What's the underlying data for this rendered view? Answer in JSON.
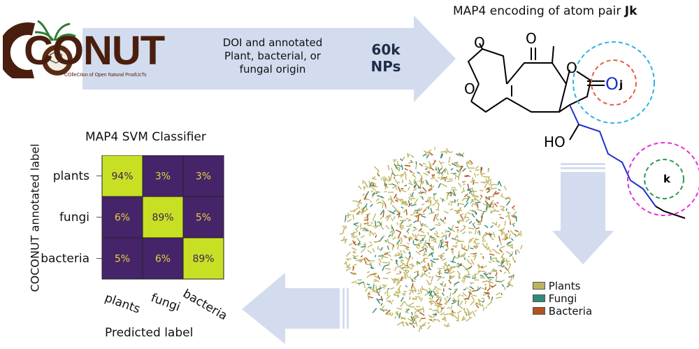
{
  "logo": {
    "word": "CONUT",
    "subtitle": "COlleCtion of Open Natural ProdUcTs"
  },
  "top_arrow": {
    "text": "DOI and annotated Plant, bacterial, or fungal origin",
    "count_line1": "60k",
    "count_line2": "NPs"
  },
  "map4": {
    "title_prefix": "MAP4 encoding of atom pair ",
    "title_bold": "Jk",
    "label_j": "j",
    "label_k": "k",
    "label_ho": "HO",
    "label_o": "O"
  },
  "classifier": {
    "title": "MAP4 SVM Classifier",
    "ylabel": "COCONUT annotated label",
    "xlabel": "Predicted label",
    "rows": [
      "plants",
      "fungi",
      "bacteria"
    ],
    "cols": [
      "plants",
      "fungi",
      "bacteria"
    ],
    "cells": [
      [
        "94%",
        "3%",
        "3%"
      ],
      [
        "6%",
        "89%",
        "5%"
      ],
      [
        "5%",
        "6%",
        "89%"
      ]
    ],
    "colors": {
      "high": "#c8e024",
      "low": "#452469",
      "text_low": "#e6d23c",
      "text_high": "#3b1e5e"
    }
  },
  "legend": [
    {
      "label": "Plants",
      "color": "#bdb45e"
    },
    {
      "label": "Fungi",
      "color": "#2f8b77"
    },
    {
      "label": "Bacteria",
      "color": "#b3531f"
    }
  ]
}
